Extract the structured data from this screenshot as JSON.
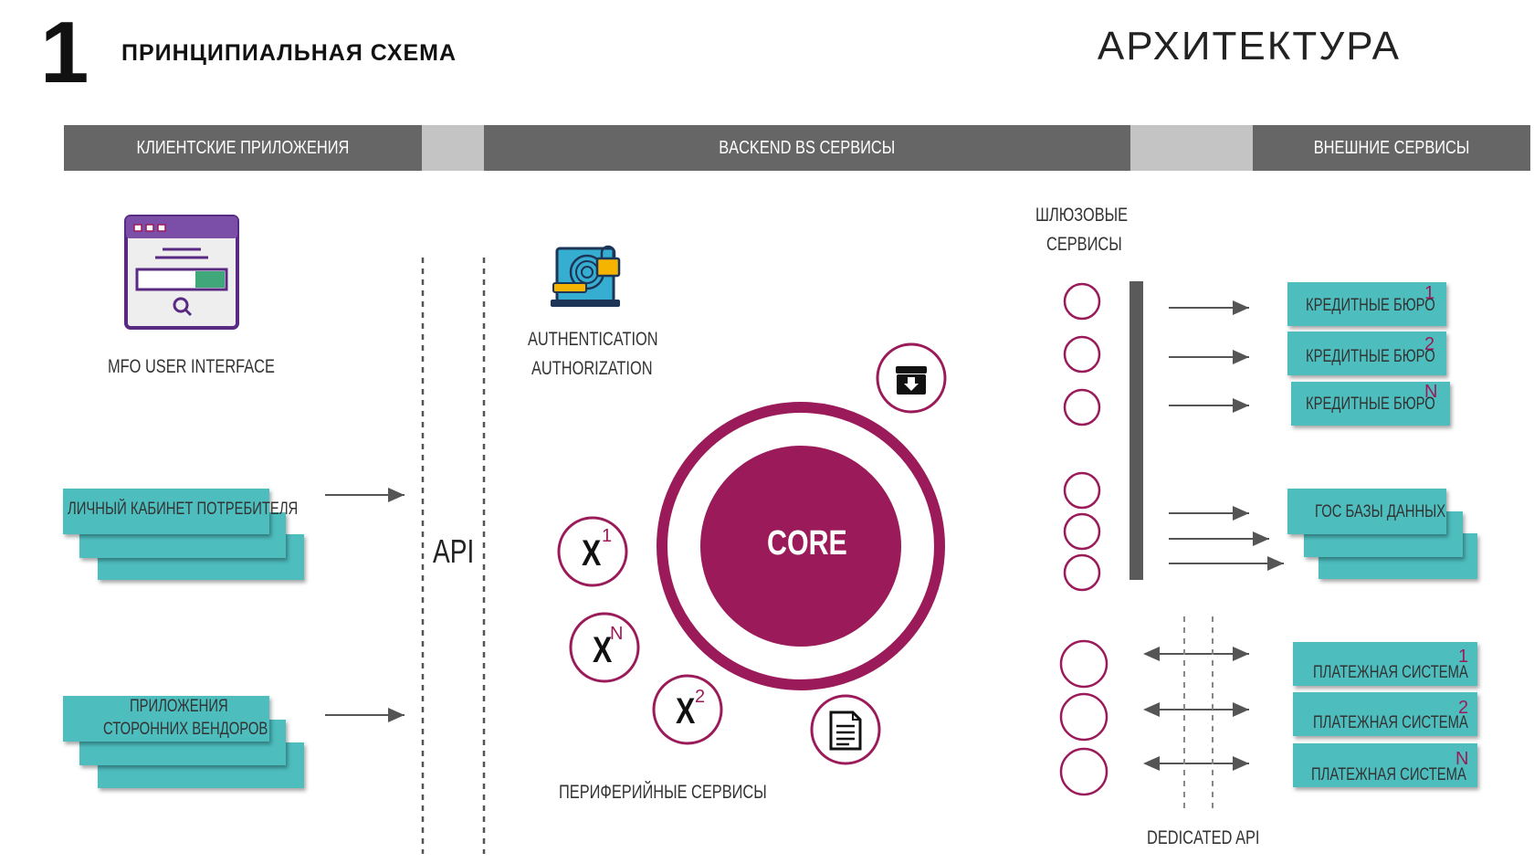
{
  "header": {
    "number": "1",
    "subtitle": "ПРИНЦИПИАЛЬНАЯ СХЕМА",
    "title": "АРХИТЕКТУРА"
  },
  "bands": {
    "clients": "КЛИЕНТСКИЕ ПРИЛОЖЕНИЯ",
    "backend": "BACKEND BS СЕРВИСЫ",
    "external": "ВНЕШНИЕ СЕРВИСЫ"
  },
  "clients": {
    "ui_label": "MFO USER INTERFACE",
    "cabinet": "ЛИЧНЫЙ КАБИНЕТ ПОТРЕБИТЕЛЯ",
    "vendors_line1": "ПРИЛОЖЕНИЯ",
    "vendors_line2": "СТОРОННИХ ВЕНДОРОВ"
  },
  "api_label": "API",
  "backend": {
    "auth_line1": "AUTHENTICATION",
    "auth_line2": "AUTHORIZATION",
    "core": "CORE",
    "peripheral": "ПЕРИФЕРИЙНЫЕ СЕРВИСЫ",
    "x_nodes": [
      {
        "label": "X",
        "sup": "1"
      },
      {
        "label": "X",
        "sup": "N"
      },
      {
        "label": "X",
        "sup": "2"
      }
    ]
  },
  "gateway": {
    "line1": "ШЛЮЗОВЫЕ",
    "line2": "СЕРВИСЫ",
    "dedicated": "DEDICATED API"
  },
  "external": {
    "bureaus": [
      {
        "label": "КРЕДИТНЫЕ БЮРО",
        "sup": "1"
      },
      {
        "label": "КРЕДИТНЫЕ БЮРО",
        "sup": "2"
      },
      {
        "label": "КРЕДИТНЫЕ БЮРО",
        "sup": "N"
      }
    ],
    "gov": "ГОС БАЗЫ ДАННЫХ",
    "payments": [
      {
        "label": "ПЛАТЕЖНАЯ СИСТЕМА",
        "sup": "1"
      },
      {
        "label": "ПЛАТЕЖНАЯ СИСТЕМА",
        "sup": "2"
      },
      {
        "label": "ПЛАТЕЖНАЯ СИСТЕМА",
        "sup": "N"
      }
    ]
  },
  "colors": {
    "magenta": "#9b1b5a",
    "teal": "#4dbdbe",
    "band_dark": "#666666",
    "band_light": "#c4c4c4"
  },
  "icons": [
    "browser-window-icon",
    "fingerprint-lock-icon",
    "archive-download-icon",
    "document-icon"
  ]
}
